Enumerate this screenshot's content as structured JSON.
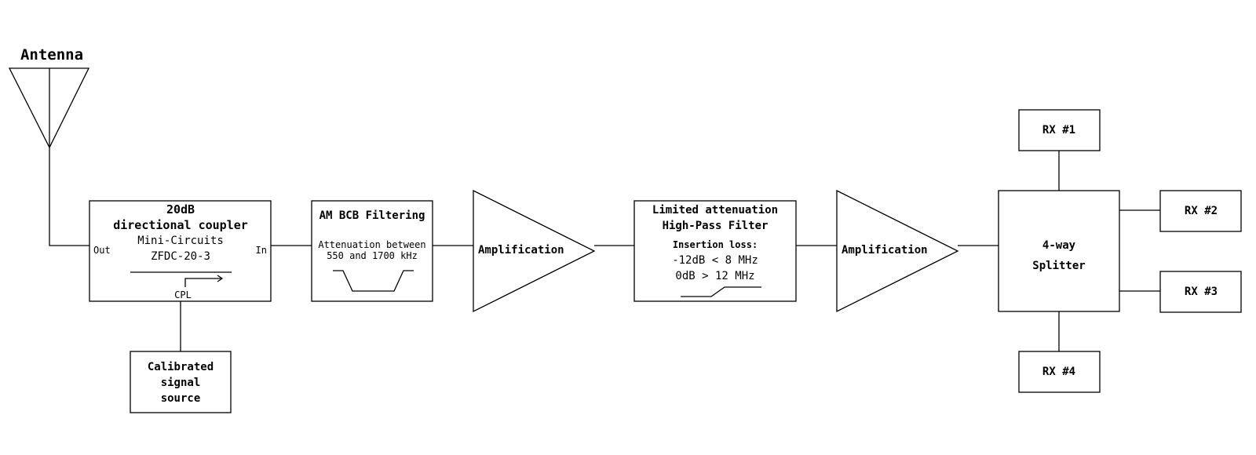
{
  "antenna": {
    "label": "Antenna"
  },
  "coupler": {
    "line1": "20dB",
    "line2": "directional coupler",
    "line3": "Mini-Circuits",
    "line4": "ZFDC-20-3",
    "port_out": "Out",
    "port_in": "In",
    "port_cpl": "CPL"
  },
  "signal_source": {
    "line1": "Calibrated",
    "line2": "signal",
    "line3": "source"
  },
  "bcb_filter": {
    "title": "AM BCB Filtering",
    "line1": "Attenuation between",
    "line2": "550 and 1700 kHz"
  },
  "amp1": {
    "label": "Amplification"
  },
  "hpf": {
    "title1": "Limited attenuation",
    "title2": "High-Pass Filter",
    "line1": "Insertion loss:",
    "line2": "-12dB < 8 MHz",
    "line3": "0dB > 12 MHz"
  },
  "amp2": {
    "label": "Amplification"
  },
  "splitter": {
    "line1": "4-way",
    "line2": "Splitter"
  },
  "receivers": [
    {
      "label": "RX #1"
    },
    {
      "label": "RX #2"
    },
    {
      "label": "RX #3"
    },
    {
      "label": "RX #4"
    }
  ]
}
